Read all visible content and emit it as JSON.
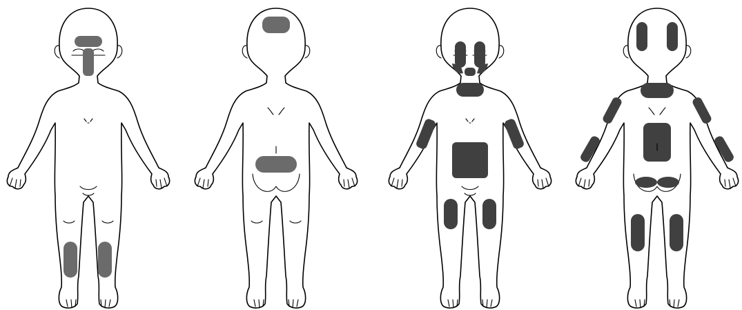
{
  "colors": {
    "background": "#ffffff",
    "outline": "#000000",
    "mild_marker": "#6b6b6b",
    "severe_marker": "#404040"
  },
  "figures": [
    {
      "view": "front",
      "marker_color": "mild_marker",
      "regions": [
        "forehead",
        "nose",
        "left-lower-leg",
        "right-lower-leg"
      ]
    },
    {
      "view": "back",
      "marker_color": "mild_marker",
      "regions": [
        "scalp",
        "lower-back"
      ]
    },
    {
      "view": "front",
      "marker_color": "severe_marker",
      "regions": [
        "left-eye-area",
        "right-eye-area",
        "left-cheek",
        "right-cheek",
        "chin",
        "chest",
        "left-upper-arm",
        "right-upper-arm",
        "abdomen",
        "left-thigh",
        "right-thigh"
      ]
    },
    {
      "view": "back",
      "marker_color": "severe_marker",
      "regions": [
        "left-scalp",
        "right-scalp",
        "upper-back",
        "left-upper-arm",
        "right-upper-arm",
        "left-forearm",
        "right-forearm",
        "lower-back",
        "left-buttock",
        "right-buttock",
        "left-calf",
        "right-calf"
      ]
    }
  ]
}
